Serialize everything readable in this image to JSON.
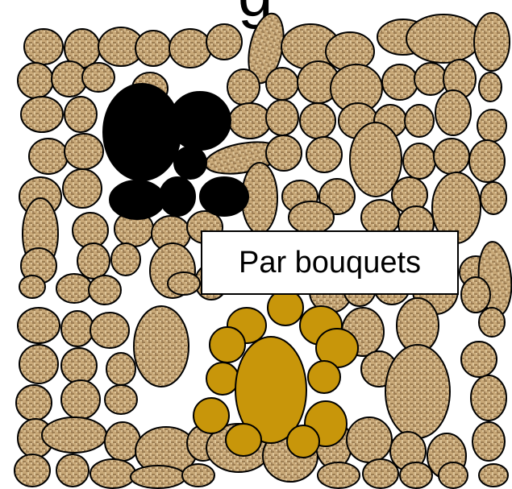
{
  "diagram": {
    "caption": "Par bouquets",
    "title_fragment": "g",
    "legend": [
      {
        "role": "background-grain",
        "pattern": "burlap-weave",
        "color": "#c8a878"
      },
      {
        "role": "black-cluster",
        "color": "#000000"
      },
      {
        "role": "gold-cluster",
        "color": "#c8960a"
      }
    ],
    "colors": {
      "grain_base": "#c8a878",
      "grain_dark": "#7a5a34",
      "grain_light": "#e2caa0",
      "outline": "#000000",
      "black_cluster": "#000000",
      "gold_cluster": "#c8960a",
      "background": "#ffffff"
    }
  }
}
